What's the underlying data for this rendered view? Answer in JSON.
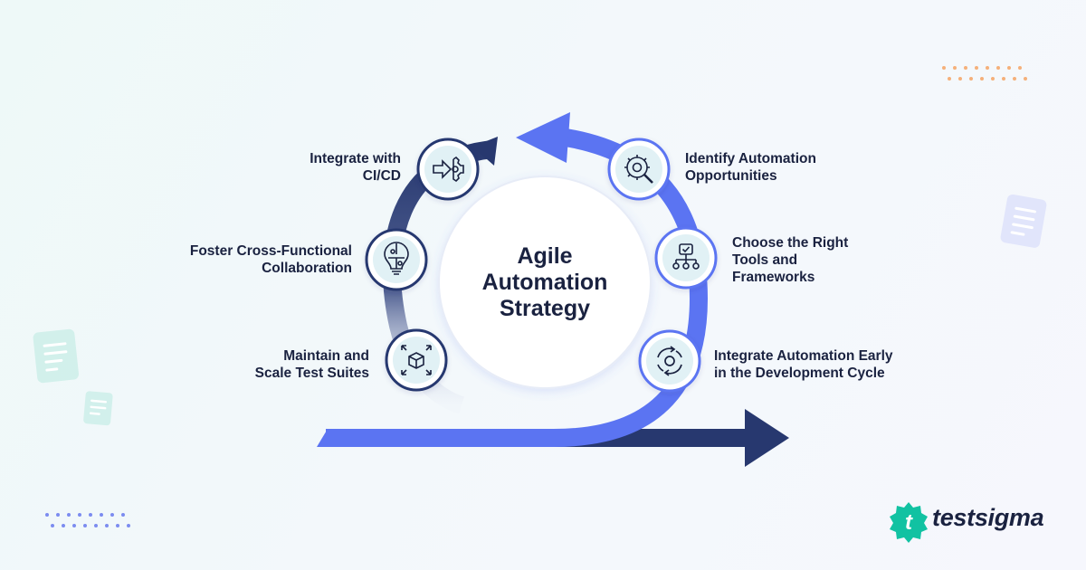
{
  "title": {
    "line1": "Agile",
    "line2": "Automation",
    "line3": "Strategy"
  },
  "steps": [
    {
      "label": "Identify Automation\nOpportunities",
      "icon": "gear-search-icon"
    },
    {
      "label": "Choose the Right\nTools and\nFrameworks",
      "icon": "flowchart-icon"
    },
    {
      "label": "Integrate Automation Early\nin the Development Cycle",
      "icon": "cycle-arrows-icon"
    },
    {
      "label": "Maintain and\nScale Test Suites",
      "icon": "cube-expand-icon"
    },
    {
      "label": "Foster Cross-Functional\nCollaboration",
      "icon": "lightbulb-puzzle-icon"
    },
    {
      "label": "Integrate with\nCI/CD",
      "icon": "arrow-gear-icon"
    }
  ],
  "brand": {
    "name": "testsigma",
    "logo_letter": "t",
    "color": "#11c2a2"
  },
  "colors": {
    "primary_blue": "#5b74f2",
    "dark_navy": "#27386f",
    "text": "#1a2240",
    "dot_orange": "#f5b07a",
    "dot_blue": "#7c8cf0",
    "doc_teal": "#cdeee9",
    "doc_purple": "#dfe2fb"
  }
}
